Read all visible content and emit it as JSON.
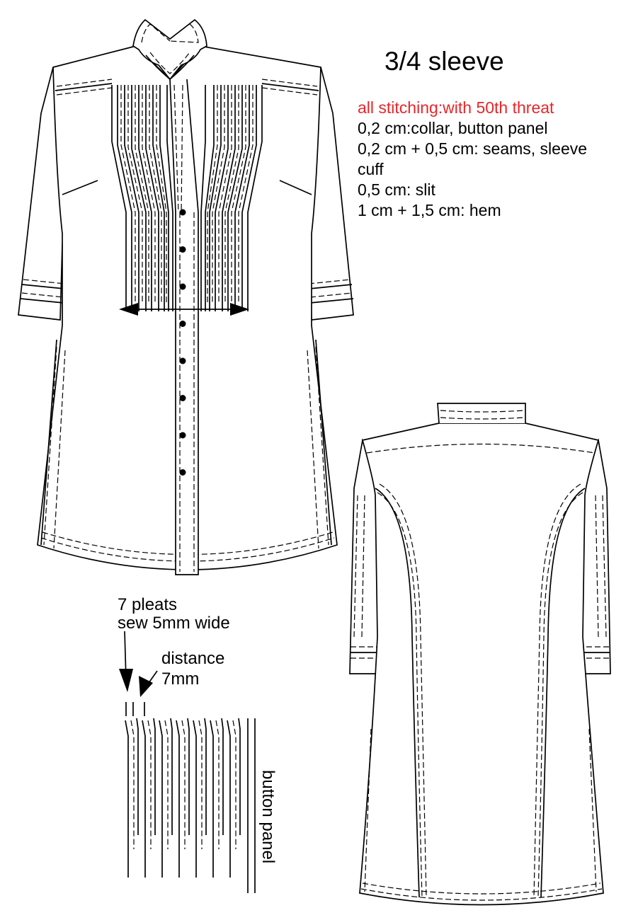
{
  "title": "3/4 sleeve",
  "colors": {
    "line": "#000000",
    "highlight": "#e8262a",
    "background": "#ffffff"
  },
  "stitching_notes": [
    {
      "text": "all stitching:with 50th threat",
      "color": "#e8262a"
    },
    {
      "text": "0,2 cm:collar, button panel",
      "color": "#000000"
    },
    {
      "text": "0,2 cm + 0,5 cm: seams, sleeve",
      "color": "#000000"
    },
    {
      "text": "cuff",
      "color": "#000000"
    },
    {
      "text": "0,5 cm: slit",
      "color": "#000000"
    },
    {
      "text": "1 cm + 1,5 cm: hem",
      "color": "#000000"
    }
  ],
  "pleat_detail": {
    "line1": "7 pleats",
    "line2": "sew 5mm wide",
    "distance_line1": "distance",
    "distance_line2": "7mm",
    "panel_label": "button panel",
    "pleat_count": 7
  },
  "front_view": {
    "button_count": 8
  }
}
